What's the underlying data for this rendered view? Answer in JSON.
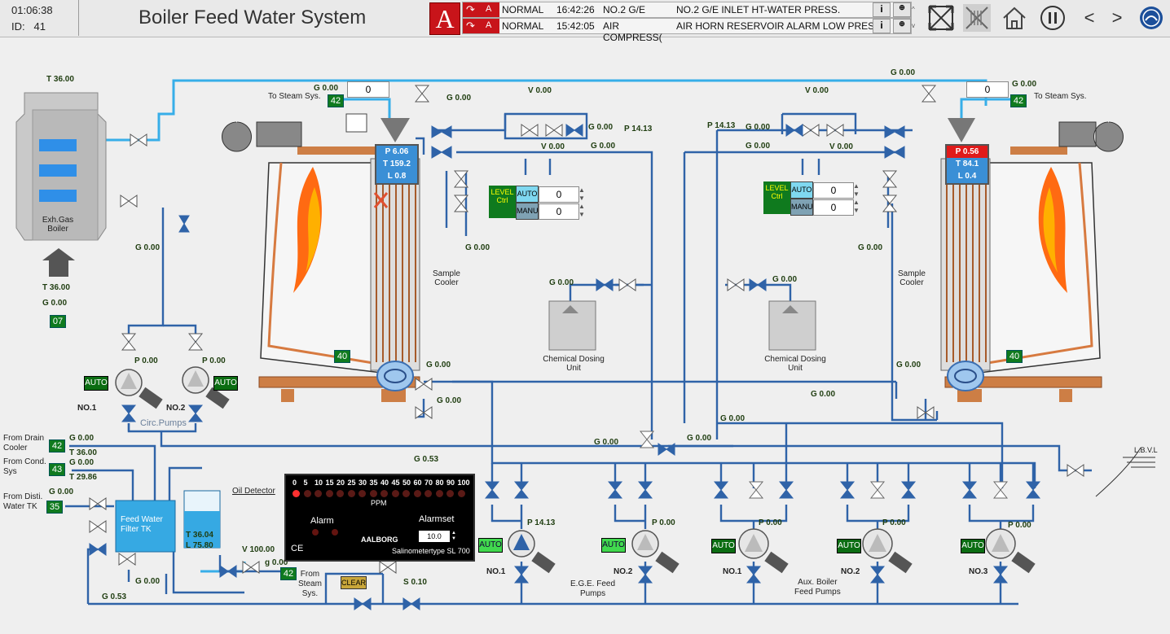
{
  "header": {
    "time": "01:06:38",
    "id_label": "ID:",
    "id_value": "41",
    "title": "Boiler Feed Water System",
    "alarm_icon": "A"
  },
  "alarms": [
    {
      "ack": "A",
      "state": "NORMAL",
      "time": "16:42:26",
      "source": "NO.2 G/E",
      "message": "NO.2 G/E INLET HT-WATER PRESS."
    },
    {
      "ack": "A",
      "state": "NORMAL",
      "time": "15:42:05",
      "source": "AIR COMPRESS(",
      "message": "AIR HORN RESERVOIR ALARM LOW PRESS."
    }
  ],
  "nav": {
    "prev": "<",
    "next": ">",
    "info": "i"
  },
  "colors": {
    "pipe": "#2f63a8",
    "pipe_light": "#37aee8",
    "status_green": "#0f7a1e",
    "alarm_red": "#c8141a"
  },
  "exh_gas_boiler": {
    "t_top": "T 36.00",
    "label1": "Exh.Gas",
    "label2": "Boiler",
    "t_bottom": "T 36.00",
    "g_bottom": "G 0.00",
    "box": "07",
    "g_circ": "G 0.00"
  },
  "circ_pumps": {
    "label": "Circ.Pumps",
    "no1": {
      "label": "NO.1",
      "p": "P 0.00",
      "mode": "AUTO"
    },
    "no2": {
      "label": "NO.2",
      "p": "P 0.00",
      "mode": "AUTO"
    }
  },
  "left_boiler": {
    "to_steam": "To Steam Sys.",
    "g_steam": "G 0.00",
    "steam_box": "42",
    "steam_input": "0",
    "g_top": "G 0.00",
    "gauge": {
      "p": "P 6.06",
      "t": "T 159.2",
      "l": "L 0.8"
    },
    "bottom_box": "40",
    "g_right1": "G 0.00",
    "g_right2": "G 0.00",
    "g_sample": "G 0.00",
    "sample_cooler": "Sample\nCooler"
  },
  "right_boiler": {
    "to_steam": "To Steam Sys.",
    "g_steam": "G 0.00",
    "steam_box": "42",
    "steam_input": "0",
    "gauge": {
      "p": "P 0.56",
      "t": "T 84.1",
      "l": "L 0.4"
    },
    "bottom_box": "40",
    "g_left1": "G 0.00",
    "g_sample": "G 0.00",
    "sample_cooler": "Sample\nCooler"
  },
  "level_ctrl_left": {
    "label": "LEVEL\nCtrl",
    "auto": "AUTO",
    "manu": "MANU",
    "auto_val": "0",
    "manu_val": "0"
  },
  "level_ctrl_right": {
    "label": "LEVEL\nCtrl",
    "auto": "AUTO",
    "manu": "MANU",
    "auto_val": "0",
    "manu_val": "0"
  },
  "center": {
    "v_left": "V 0.00",
    "v_left2": "V 0.00",
    "v_right": "V 0.00",
    "v_right2": "V 0.00",
    "g_l1": "G 0.00",
    "g_l2": "G 0.00",
    "p_l": "P 14.13",
    "p_r": "P 14.13",
    "g_r1": "G 0.00",
    "g_r2": "G 0.00",
    "g_chem_l": "G 0.00",
    "g_chem_r": "G 0.00",
    "chem_l": "Chemical Dosing\nUnit",
    "chem_r": "Chemical Dosing\nUnit",
    "g_mid_r": "G 0.00",
    "g_mid_low": "G 0.00",
    "g_mid_low2": "G 0.00",
    "g_mid": "G 0.00"
  },
  "feed": {
    "from_drain": "From Drain\nCooler",
    "from_drain_box": "42",
    "from_drain_g": "G 0.00",
    "from_drain_t": "T 36.00",
    "from_cond": "From Cond.\nSys",
    "from_cond_box": "43",
    "from_cond_g": "G 0.00",
    "from_cond_t": "T 29.86",
    "from_disti": "From Disti.\nWater TK",
    "from_disti_box": "35",
    "from_disti_g": "G 0.00",
    "filter_tank": "Feed Water\nFilter TK",
    "tank_t": "T 36.04",
    "tank_l": "L 75.80",
    "oil_detector": "Oil Detector",
    "v_out": "V 100.00",
    "g_out": "g 0.00",
    "box_out": "42",
    "from_steam": "From\nSteam\nSys.",
    "g_low": "G 0.00",
    "g_bottom": "G 0.53",
    "g_header": "G 0.53",
    "clear": "CLEAR",
    "s_val": "S 0.10"
  },
  "salinometer": {
    "scale": [
      "0",
      "5",
      "10",
      "15",
      "20",
      "25",
      "30",
      "35",
      "40",
      "45",
      "50",
      "60",
      "70",
      "80",
      "90",
      "100"
    ],
    "unit": "PPM",
    "alarm": "Alarm",
    "alarmset": "Alarmset",
    "alarmset_value": "10.0",
    "ce": "CE",
    "brand": "AALBORG",
    "model": "Salinometertype SL 700"
  },
  "ege_pumps": {
    "label": "E.G.E. Feed\nPumps",
    "no1": {
      "label": "NO.1",
      "p": "P 14.13",
      "mode": "AUTO"
    },
    "no2": {
      "label": "NO.2",
      "p": "P 0.00",
      "mode": "AUTO"
    }
  },
  "aux_pumps": {
    "label": "Aux. Boiler\nFeed Pumps",
    "no1": {
      "label": "NO.1",
      "p": "P 0.00",
      "mode": "AUTO"
    },
    "no2": {
      "label": "NO.2",
      "p": "P 0.00",
      "mode": "AUTO"
    },
    "no3": {
      "label": "NO.3",
      "p": "P 0.00",
      "mode": "AUTO"
    }
  },
  "lbvl": "L.B.V.L"
}
